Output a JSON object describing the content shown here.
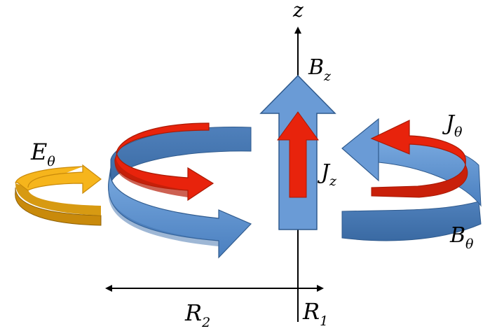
{
  "labels": {
    "z_axis": {
      "main": "z"
    },
    "b_z": {
      "main": "B",
      "sub": "z"
    },
    "j_theta": {
      "main": "J",
      "sub": "θ"
    },
    "e_theta": {
      "main": "E",
      "sub": "θ"
    },
    "j_z": {
      "main": "J",
      "sub": "z"
    },
    "b_theta": {
      "main": "B",
      "sub": "θ"
    },
    "r_2": {
      "main": "R",
      "sub": "2"
    },
    "r_1": {
      "main": "R",
      "sub": "1"
    }
  },
  "colors": {
    "blue_fill": "#5b8fcc",
    "blue_dark": "#3f6fa8",
    "blue_light": "#7aaae0",
    "red_fill": "#e8230c",
    "red_dark": "#a91a05",
    "yellow_fill": "#f6b51c",
    "yellow_dark": "#c98a0b",
    "line": "#000000"
  }
}
